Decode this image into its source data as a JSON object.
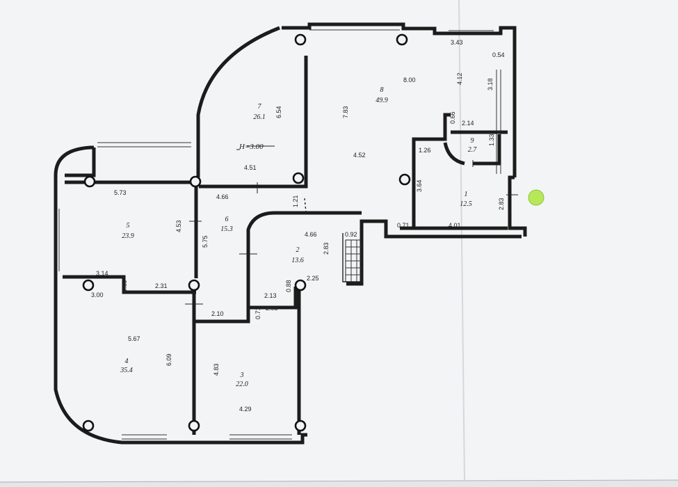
{
  "plan": {
    "ceiling_height": "H=3.00",
    "rooms": [
      {
        "id": "room-1",
        "number": "1",
        "area": "12.5"
      },
      {
        "id": "room-2",
        "number": "2",
        "area": "13.6"
      },
      {
        "id": "room-3",
        "number": "3",
        "area": "22.0"
      },
      {
        "id": "room-4",
        "number": "4",
        "area": "35.4"
      },
      {
        "id": "room-5",
        "number": "5",
        "area": "23.9"
      },
      {
        "id": "room-6",
        "number": "6",
        "area": "15.3"
      },
      {
        "id": "room-7",
        "number": "7",
        "area": "26.1"
      },
      {
        "id": "room-8",
        "number": "8",
        "area": "49.9"
      },
      {
        "id": "room-9",
        "number": "9",
        "area": "2.7"
      }
    ],
    "dimensions": [
      {
        "id": "d1",
        "text": "3.43"
      },
      {
        "id": "d2",
        "text": "0.54"
      },
      {
        "id": "d3",
        "text": "8.00"
      },
      {
        "id": "d4",
        "text": "4.12"
      },
      {
        "id": "d5",
        "text": "3.18"
      },
      {
        "id": "d6",
        "text": "7.83"
      },
      {
        "id": "d7",
        "text": "6.54"
      },
      {
        "id": "d8",
        "text": "0.66"
      },
      {
        "id": "d9",
        "text": "2.14"
      },
      {
        "id": "d10",
        "text": "1.33"
      },
      {
        "id": "d11",
        "text": "1.26"
      },
      {
        "id": "d12",
        "text": "4.52"
      },
      {
        "id": "d13",
        "text": "4.51"
      },
      {
        "id": "d14",
        "text": "5.73"
      },
      {
        "id": "d15",
        "text": "4.66"
      },
      {
        "id": "d16",
        "text": "1.21"
      },
      {
        "id": "d17",
        "text": "3.64"
      },
      {
        "id": "d18",
        "text": "2.83"
      },
      {
        "id": "d19",
        "text": "0.71"
      },
      {
        "id": "d20",
        "text": "4.01"
      },
      {
        "id": "d21",
        "text": "4.53"
      },
      {
        "id": "d22",
        "text": "5.75"
      },
      {
        "id": "d23",
        "text": "4.66"
      },
      {
        "id": "d24",
        "text": "0.92"
      },
      {
        "id": "d25",
        "text": "2.83"
      },
      {
        "id": "d26",
        "text": "3.14"
      },
      {
        "id": "d27",
        "text": "0.60"
      },
      {
        "id": "d28",
        "text": "2.31"
      },
      {
        "id": "d29",
        "text": "3.00"
      },
      {
        "id": "d30",
        "text": "0.88"
      },
      {
        "id": "d31",
        "text": "2.25"
      },
      {
        "id": "d32",
        "text": "2.13"
      },
      {
        "id": "d33",
        "text": "2.10"
      },
      {
        "id": "d34",
        "text": "0.71"
      },
      {
        "id": "d35",
        "text": "2.05"
      },
      {
        "id": "d36",
        "text": "5.67"
      },
      {
        "id": "d37",
        "text": "6.09"
      },
      {
        "id": "d38",
        "text": "4.83"
      },
      {
        "id": "d39",
        "text": "4.29"
      }
    ]
  },
  "colors": {
    "paper": "#f3f4f5",
    "background": "#e4e6e8",
    "wall": "#1c1c1c",
    "marker": "#b6e85a"
  },
  "marker_icon": "green-dot"
}
